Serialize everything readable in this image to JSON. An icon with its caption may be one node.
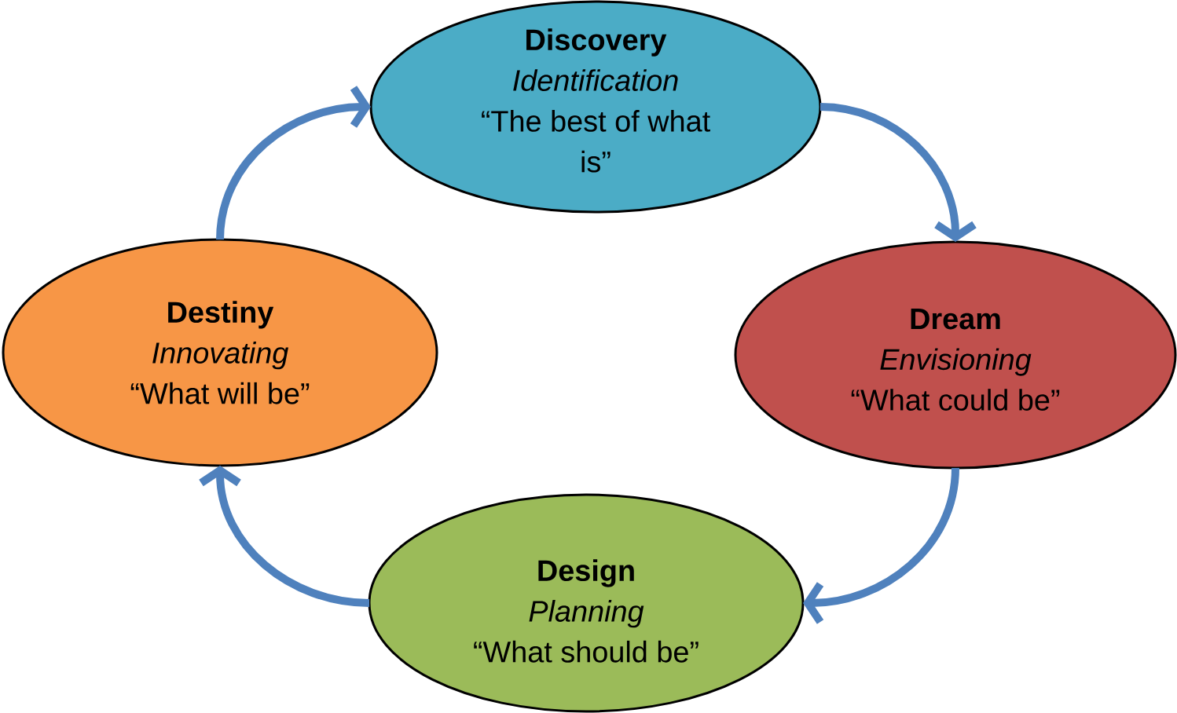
{
  "diagram": {
    "nodes": [
      {
        "text": [
          "Discovery",
          "Identification",
          "“The best of what is”"
        ]
      },
      {
        "text": [
          "Destiny",
          "Innovating",
          "“What will be”"
        ]
      },
      {
        "text": [
          "Dream",
          "Envisioning",
          "“What could be”"
        ]
      },
      {
        "text": [
          "Design",
          "Planning",
          "“What should be”"
        ]
      }
    ],
    "edges": [
      {
        "from": 0,
        "to": 2,
        "arrow": "to"
      },
      {
        "from": 2,
        "to": 3,
        "arrow": "to"
      },
      {
        "from": 3,
        "to": 1,
        "arrow": "to"
      },
      {
        "from": 1,
        "to": 0,
        "arrow": "to"
      }
    ]
  }
}
